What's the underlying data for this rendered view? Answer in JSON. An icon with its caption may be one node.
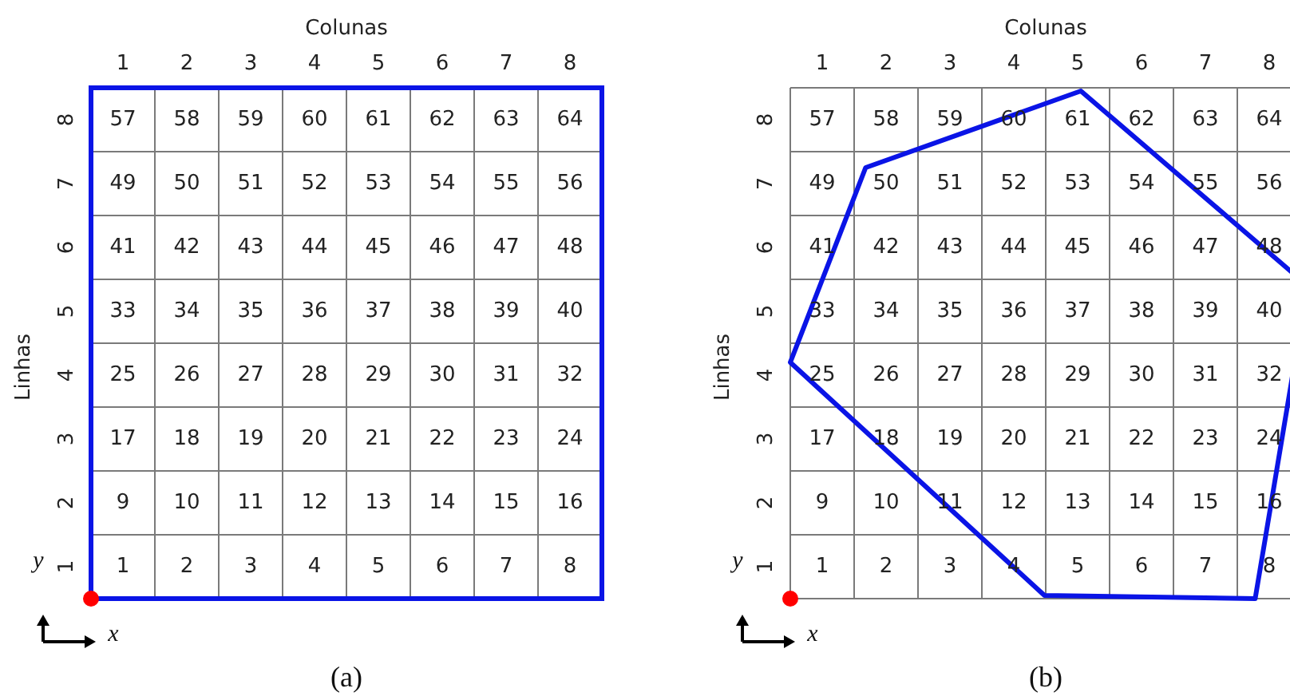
{
  "diagram": {
    "labels": [
      "Colunas",
      "1",
      "2",
      "3",
      "4",
      "5",
      "6",
      "7",
      "8",
      "Linhas",
      "8",
      "57",
      "58",
      "59",
      "60",
      "61",
      "62",
      "63",
      "64",
      "7",
      "49",
      "50",
      "51",
      "52",
      "53",
      "54",
      "55",
      "56",
      "6",
      "41",
      "42",
      "43",
      "44",
      "45",
      "46",
      "47",
      "48",
      "5",
      "33",
      "34",
      "35",
      "36",
      "37",
      "38",
      "39",
      "40",
      "4",
      "25",
      "26",
      "27",
      "28",
      "29",
      "30",
      "31",
      "32",
      "3",
      "17",
      "18",
      "19",
      "20",
      "21",
      "22",
      "23",
      "24",
      "2",
      "9",
      "10",
      "11",
      "12",
      "13",
      "14",
      "15",
      "16",
      "y",
      "1",
      "1",
      "2",
      "3",
      "4",
      "5",
      "6",
      "7",
      "8",
      "x",
      "(a)",
      "Colunas",
      "1",
      "2",
      "3",
      "4",
      "5",
      "6",
      "7",
      "8",
      "Linhas",
      "8",
      "57",
      "58",
      "59",
      "60",
      "61",
      "62",
      "63",
      "64",
      "7",
      "49",
      "50",
      "51",
      "52",
      "53",
      "54",
      "55",
      "56",
      "6",
      "41",
      "42",
      "43",
      "44",
      "45",
      "46",
      "47",
      "48",
      "5",
      "33",
      "34",
      "35",
      "36",
      "37",
      "38",
      "39",
      "40",
      "4",
      "25",
      "26",
      "27",
      "28",
      "29",
      "30",
      "31",
      "32",
      "3",
      "17",
      "18",
      "19",
      "20",
      "21",
      "22",
      "23",
      "24",
      "2",
      "9",
      "10",
      "11",
      "12",
      "13",
      "14",
      "15",
      "16",
      "y",
      "1",
      "1",
      "2",
      "3",
      "4",
      "5",
      "6",
      "7",
      "8",
      "x",
      "(b)"
    ]
  }
}
